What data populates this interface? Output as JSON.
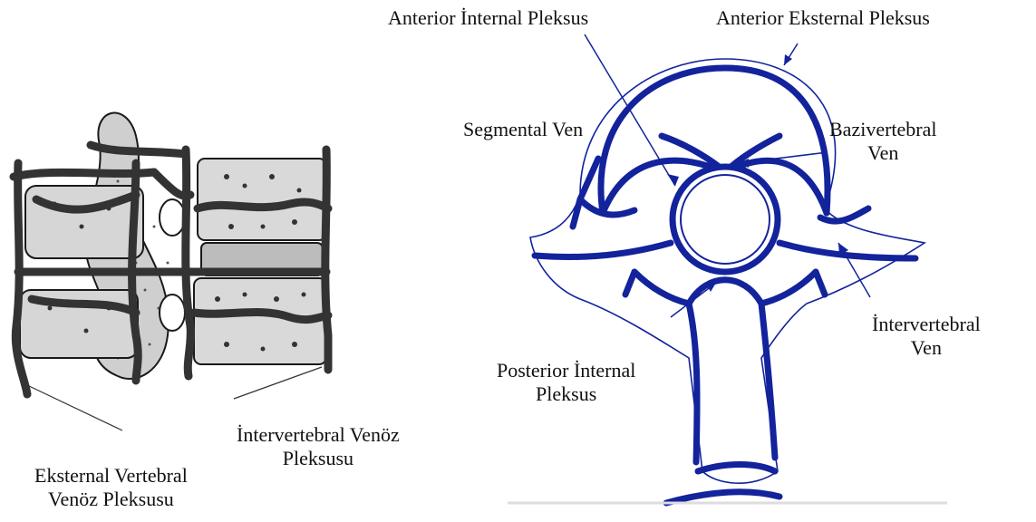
{
  "colors": {
    "vein": "#13239c",
    "bone_fill": "#d9d9d9",
    "bone_dots": "#555555",
    "disc_fill": "#bcbcbc",
    "dark_vein": "#333333",
    "outline": "#1a1a1a"
  },
  "left_figure": {
    "labels": {
      "external_line1": "Eksternal Vertebral",
      "external_line2": "Venöz Pleksusu",
      "intervertebral_line1": "İntervertebral Venöz",
      "intervertebral_line2": "Pleksusu"
    }
  },
  "right_figure": {
    "labels": {
      "anterior_internal": "Anterior İnternal Pleksus",
      "anterior_external": "Anterior Eksternal Pleksus",
      "segmental": "Segmental Ven",
      "basivertebral_line1": "Bazivertebral",
      "basivertebral_line2": "Ven",
      "intervertebral_line1": "İntervertebral",
      "intervertebral_line2": "Ven",
      "posterior_internal_line1": "Posterior İnternal",
      "posterior_internal_line2": "Pleksus"
    }
  }
}
